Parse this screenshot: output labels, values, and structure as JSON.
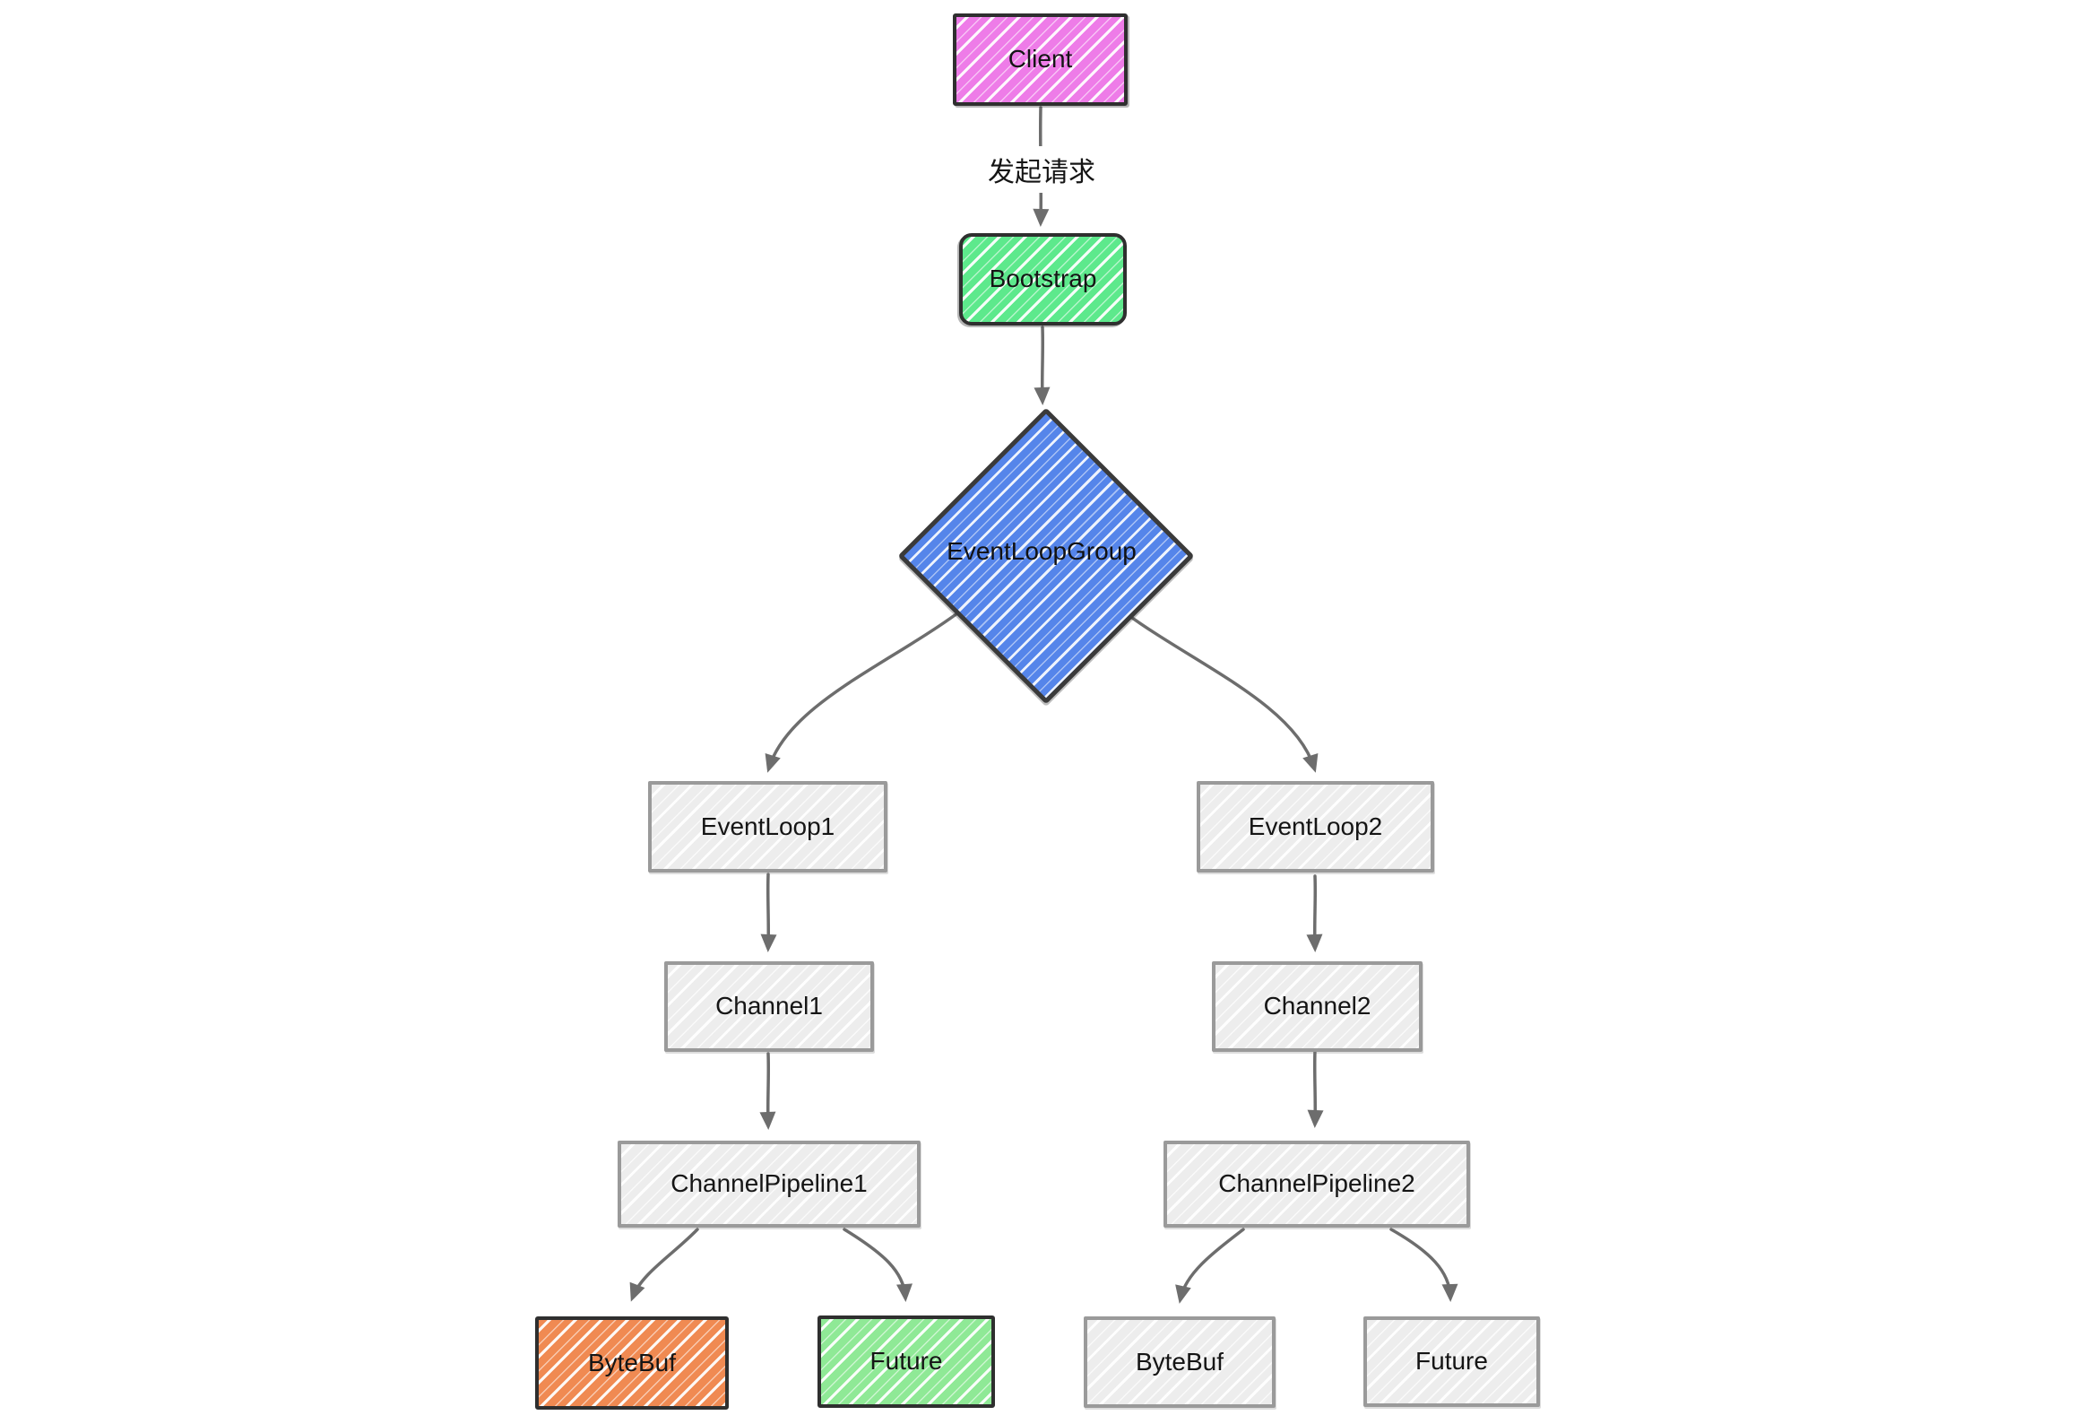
{
  "diagram": {
    "background": "#ffffff",
    "arrow_color": "#6d6d6d",
    "text_color": "#151515",
    "nodes": {
      "client": {
        "label": "Client",
        "shape": "rectangle",
        "fill": "#ee7ce8",
        "border": "#2f2f2f"
      },
      "bootstrap": {
        "label": "Bootstrap",
        "shape": "rounded-rectangle",
        "fill": "#5de98c",
        "border": "#2f2f2f"
      },
      "event_loop_group": {
        "label": "EventLoopGroup",
        "shape": "diamond",
        "fill": "#5585ea",
        "border": "#3a3a3a"
      },
      "event_loop_1": {
        "label": "EventLoop1",
        "shape": "rectangle",
        "fill": "#ededed",
        "border": "#9a9a9a"
      },
      "event_loop_2": {
        "label": "EventLoop2",
        "shape": "rectangle",
        "fill": "#ededed",
        "border": "#9a9a9a"
      },
      "channel_1": {
        "label": "Channel1",
        "shape": "rectangle",
        "fill": "#ededed",
        "border": "#9a9a9a"
      },
      "channel_2": {
        "label": "Channel2",
        "shape": "rectangle",
        "fill": "#ededed",
        "border": "#9a9a9a"
      },
      "channel_pipeline_1": {
        "label": "ChannelPipeline1",
        "shape": "rectangle",
        "fill": "#ededed",
        "border": "#9a9a9a"
      },
      "channel_pipeline_2": {
        "label": "ChannelPipeline2",
        "shape": "rectangle",
        "fill": "#ededed",
        "border": "#9a9a9a"
      },
      "byte_buf_1": {
        "label": "ByteBuf",
        "shape": "rectangle",
        "fill": "#f08a52",
        "border": "#2f2f2f"
      },
      "future_1": {
        "label": "Future",
        "shape": "rectangle",
        "fill": "#8fe996",
        "border": "#2f2f2f"
      },
      "byte_buf_2": {
        "label": "ByteBuf",
        "shape": "rectangle",
        "fill": "#ededed",
        "border": "#9a9a9a"
      },
      "future_2": {
        "label": "Future",
        "shape": "rectangle",
        "fill": "#ededed",
        "border": "#9a9a9a"
      }
    },
    "edges": {
      "client_to_bootstrap": {
        "from": "client",
        "to": "bootstrap",
        "label": "发起请求"
      },
      "bootstrap_to_group": {
        "from": "bootstrap",
        "to": "event_loop_group",
        "label": ""
      },
      "group_to_event_loop_1": {
        "from": "event_loop_group",
        "to": "event_loop_1",
        "label": ""
      },
      "group_to_event_loop_2": {
        "from": "event_loop_group",
        "to": "event_loop_2",
        "label": ""
      },
      "event_loop_1_to_channel_1": {
        "from": "event_loop_1",
        "to": "channel_1",
        "label": ""
      },
      "event_loop_2_to_channel_2": {
        "from": "event_loop_2",
        "to": "channel_2",
        "label": ""
      },
      "channel_1_to_pipeline_1": {
        "from": "channel_1",
        "to": "channel_pipeline_1",
        "label": ""
      },
      "channel_2_to_pipeline_2": {
        "from": "channel_2",
        "to": "channel_pipeline_2",
        "label": ""
      },
      "pipeline_1_to_byte_buf_1": {
        "from": "channel_pipeline_1",
        "to": "byte_buf_1",
        "label": ""
      },
      "pipeline_1_to_future_1": {
        "from": "channel_pipeline_1",
        "to": "future_1",
        "label": ""
      },
      "pipeline_2_to_byte_buf_2": {
        "from": "channel_pipeline_2",
        "to": "byte_buf_2",
        "label": ""
      },
      "pipeline_2_to_future_2": {
        "from": "channel_pipeline_2",
        "to": "future_2",
        "label": ""
      }
    }
  }
}
